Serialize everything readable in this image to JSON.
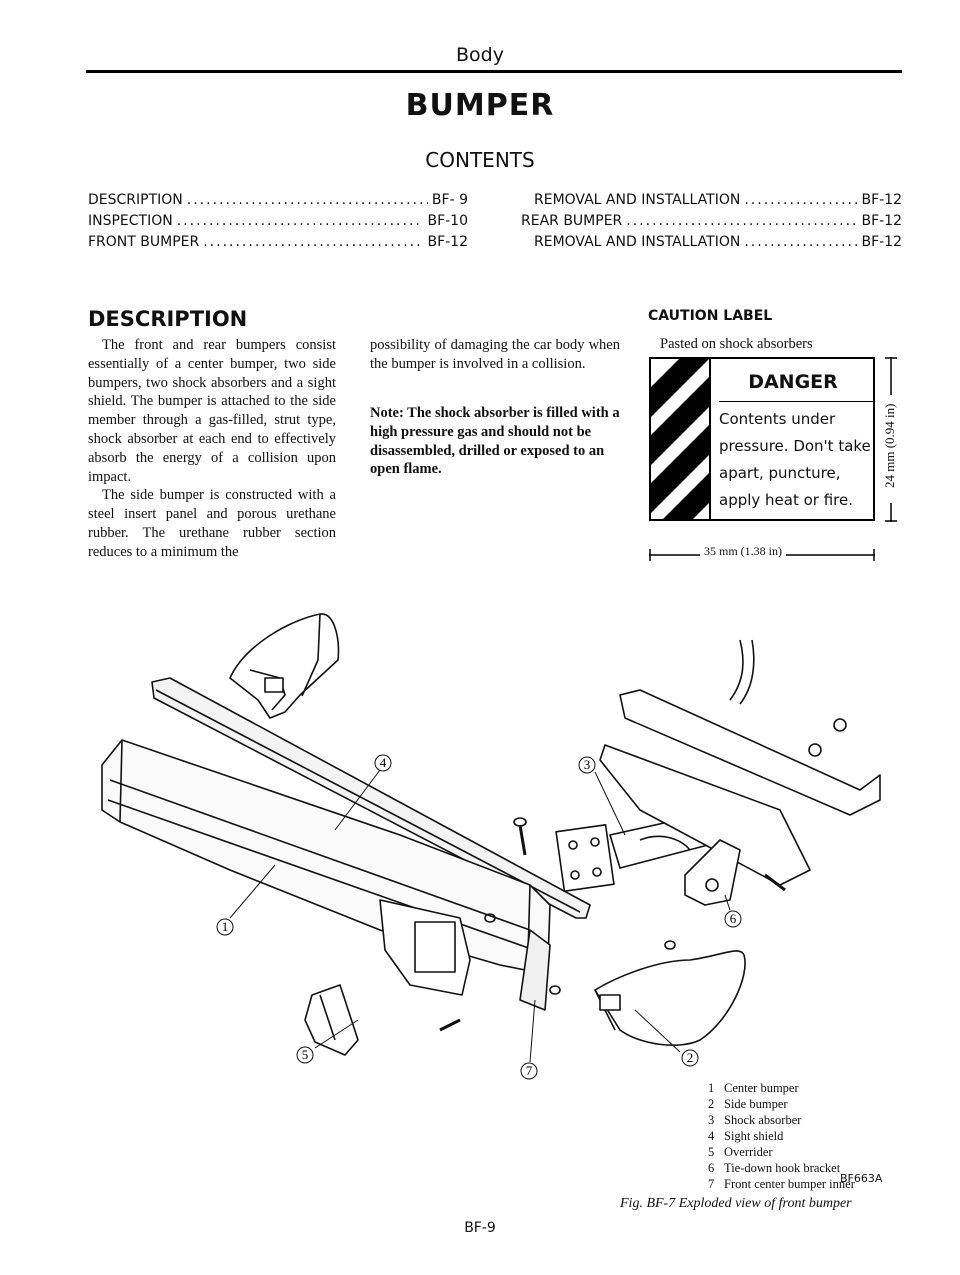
{
  "header": {
    "section": "Body",
    "title": "BUMPER",
    "contents_heading": "CONTENTS"
  },
  "toc": {
    "left": [
      {
        "label": "DESCRIPTION",
        "page": "BF- 9"
      },
      {
        "label": "INSPECTION",
        "page": "BF-10"
      },
      {
        "label": "FRONT BUMPER",
        "page": "BF-12"
      }
    ],
    "right": [
      {
        "label": "REMOVAL AND INSTALLATION",
        "page": "BF-12"
      },
      {
        "label": "REAR BUMPER",
        "page": "BF-12"
      },
      {
        "label": "REMOVAL AND INSTALLATION",
        "page": "BF-12"
      }
    ]
  },
  "description": {
    "heading": "DESCRIPTION",
    "para1": "The front and rear bumpers consist essentially of a center bumper, two side bumpers, two shock absorbers and a sight shield. The bumper is attached to the side member through a gas-filled, strut type, shock absorber at each end to effectively absorb the energy of a collision upon impact.",
    "para2_start": "The side bumper is constructed with a steel insert panel and porous urethane rubber. The urethane rubber section reduces to a minimum the",
    "para2_cont": "possibility of damaging the car body when the bumper is involved in a collision.",
    "note": "Note: The shock absorber is filled with a high pressure gas and should not be disassembled, drilled or exposed to an open flame."
  },
  "caution": {
    "heading": "CAUTION LABEL",
    "subheading": "Pasted on shock absorbers",
    "danger": "DANGER",
    "lines": [
      "Contents under",
      "pressure. Don't take",
      "apart, puncture,",
      "apply heat or fire."
    ],
    "dim_height": "24 mm (0.94 in)",
    "dim_width": "35 mm (1.38 in)"
  },
  "figure": {
    "callouts": [
      "1",
      "2",
      "3",
      "4",
      "5",
      "6",
      "7"
    ],
    "legend": [
      {
        "num": "1",
        "text": "Center bumper"
      },
      {
        "num": "2",
        "text": "Side bumper"
      },
      {
        "num": "3",
        "text": "Shock absorber"
      },
      {
        "num": "4",
        "text": "Sight shield"
      },
      {
        "num": "5",
        "text": "Overrider"
      },
      {
        "num": "6",
        "text": "Tie-down hook bracket"
      },
      {
        "num": "7",
        "text": "Front center bumper inner"
      }
    ],
    "code": "BF663A",
    "caption": "Fig. BF-7 Exploded view of front bumper"
  },
  "footer": {
    "page_number": "BF-9"
  }
}
